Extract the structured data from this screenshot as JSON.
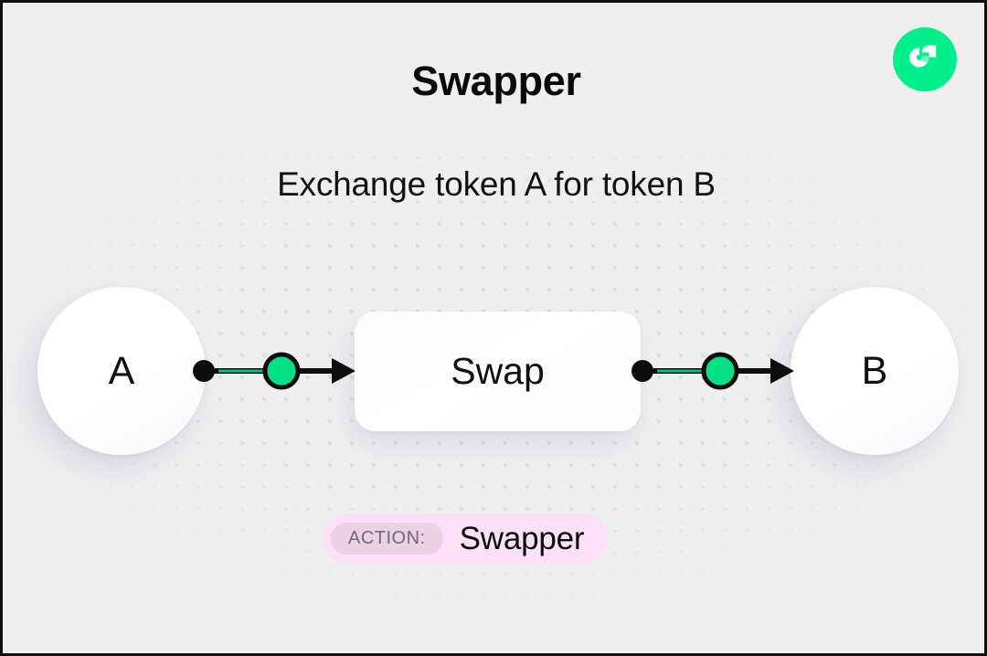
{
  "header": {
    "title": "Swapper",
    "subtitle": "Exchange token A for token B",
    "logo_icon": "flow-logo-icon"
  },
  "diagram": {
    "nodes": [
      {
        "id": "source",
        "label": "A",
        "shape": "circle"
      },
      {
        "id": "process",
        "label": "Swap",
        "shape": "rounded-rect"
      },
      {
        "id": "target",
        "label": "B",
        "shape": "circle"
      }
    ],
    "connectors": [
      {
        "id": "a-to-swap",
        "from": "A",
        "to": "Swap",
        "icon": "arrow-right-icon"
      },
      {
        "id": "swap-to-b",
        "from": "Swap",
        "to": "B",
        "icon": "arrow-right-icon"
      }
    ]
  },
  "action": {
    "key_label": "ACTION:",
    "value": "Swapper"
  },
  "colors": {
    "brand_green": "#00ef8b",
    "accent_green": "#04e085",
    "badge_bg": "#fbe0f7",
    "badge_key_bg": "#ebd0e6",
    "badge_key_text": "#6d6d6d",
    "canvas_bg": "#efefef",
    "dot_color": "#d8d8d8",
    "ink": "#0a0a0a"
  }
}
